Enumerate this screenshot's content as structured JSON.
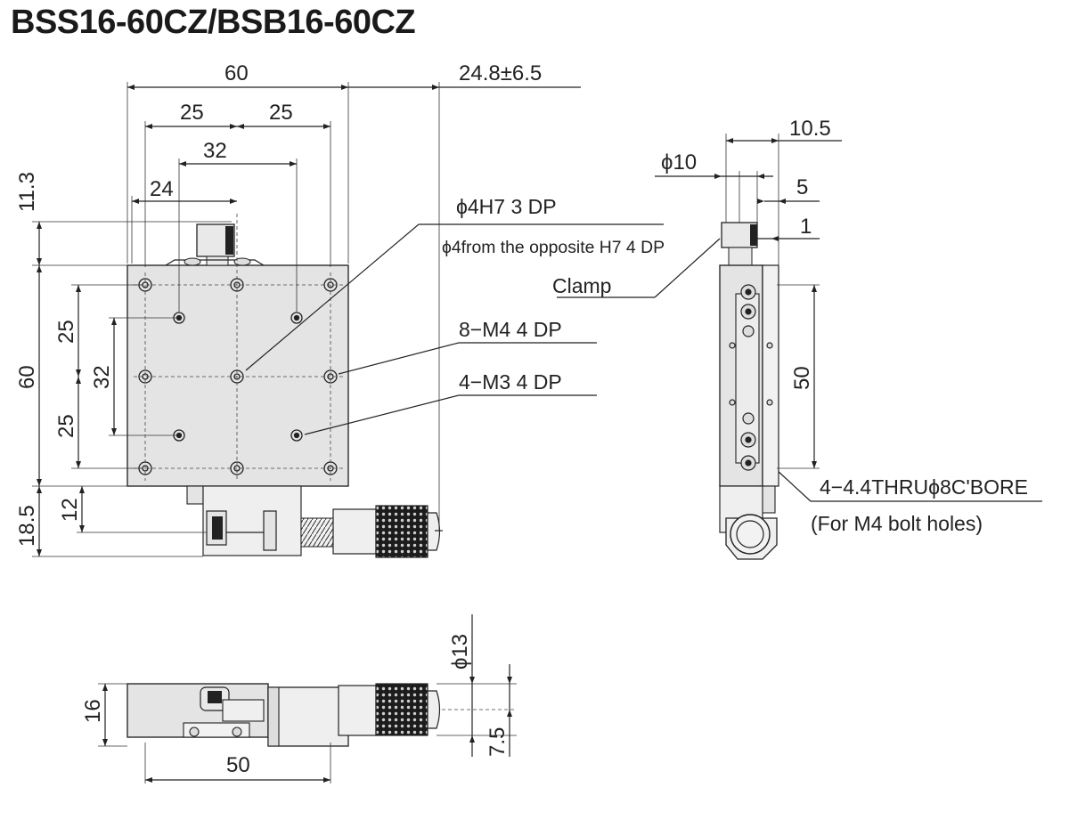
{
  "title": "BSS16-60CZ/BSB16-60CZ",
  "top_view": {
    "dim_width": "60",
    "dim_travel": "24.8±6.5",
    "dim_pitch_left": "25",
    "dim_pitch_right": "25",
    "dim_32_horizontal": "32",
    "dim_24": "24",
    "dim_11_3": "11.3",
    "dim_height": "60",
    "dim_25_upper": "25",
    "dim_25_lower": "25",
    "dim_32_vertical": "32",
    "dim_12": "12",
    "dim_18_5": "18.5"
  },
  "callouts": {
    "pin_hole": "ϕ4H7 3 DP",
    "pin_hole_opposite": "ϕ4from the opposite H7 4 DP",
    "clamp": "Clamp",
    "m4_taps": "8−M4 4 DP",
    "m3_taps": "4−M3 4 DP",
    "bolt_holes": "4−4.4THRUϕ8C'BORE",
    "bolt_holes_note": "(For M4 bolt holes)"
  },
  "side_view": {
    "dim_phi10": "ϕ10",
    "dim_10_5": "10.5",
    "dim_5": "5",
    "dim_1": "1",
    "dim_50": "50"
  },
  "front_view": {
    "dim_phi13": "ϕ13",
    "dim_16": "16",
    "dim_7_5": "7.5",
    "dim_50": "50"
  }
}
